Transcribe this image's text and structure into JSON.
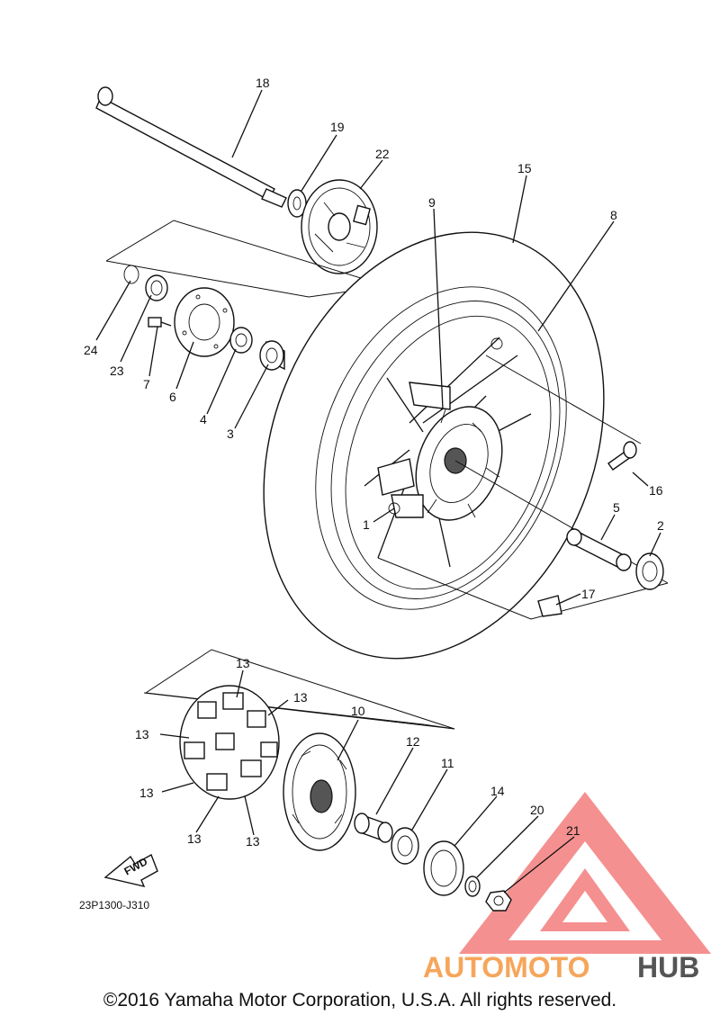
{
  "diagram": {
    "drawing_code": "23P1300-J310",
    "fwd_label": "FWD",
    "callouts": {
      "c1": "1",
      "c2": "2",
      "c3": "3",
      "c4": "4",
      "c5": "5",
      "c6": "6",
      "c7": "7",
      "c8": "8",
      "c9": "9",
      "c10": "10",
      "c11": "11",
      "c12": "12",
      "c13a": "13",
      "c13b": "13",
      "c13c": "13",
      "c13d": "13",
      "c13e": "13",
      "c13f": "13",
      "c14": "14",
      "c15": "15",
      "c16": "16",
      "c17": "17",
      "c18": "18",
      "c19": "19",
      "c20": "20",
      "c21": "21",
      "c22": "22",
      "c23": "23",
      "c24": "24"
    }
  },
  "watermark": {
    "part1": "AUTOMOTO",
    "part2": "HUB",
    "colors": {
      "triangle": "#f26b6b",
      "auto": "#f5a65b",
      "hub": "#555555"
    }
  },
  "footer": {
    "copyright": "©2016 Yamaha Motor Corporation, U.S.A. All rights reserved."
  }
}
